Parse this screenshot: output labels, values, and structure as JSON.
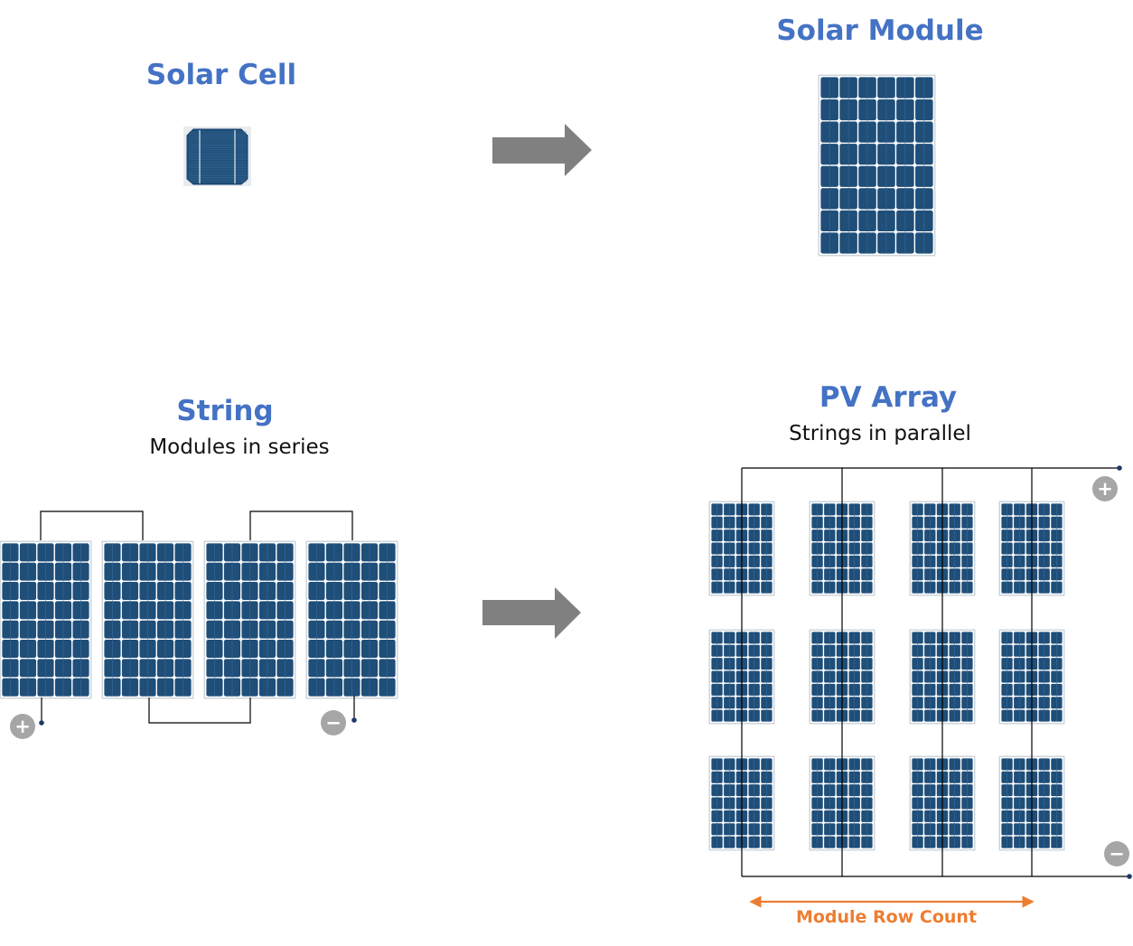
{
  "cell": {
    "title": "Solar Cell"
  },
  "module": {
    "title": "Solar Module"
  },
  "string": {
    "title": "String",
    "subtitle": "Modules in series"
  },
  "array": {
    "title": "PV Array",
    "subtitle": "Strings in parallel",
    "row_count_label": "Module Row Count"
  },
  "terminals": {
    "positive": "+",
    "negative": "−"
  },
  "colors": {
    "title": "#4472C4",
    "arrow": "#808080",
    "panel_fill": "#1F4E79",
    "panel_cell": "#1B4B7A",
    "panel_frame": "#CDD6DC",
    "wire": "#000000",
    "terminal_fill": "#A6A6A6",
    "terminal_dot": "#1F3864",
    "row_count": "#ED7D31"
  }
}
